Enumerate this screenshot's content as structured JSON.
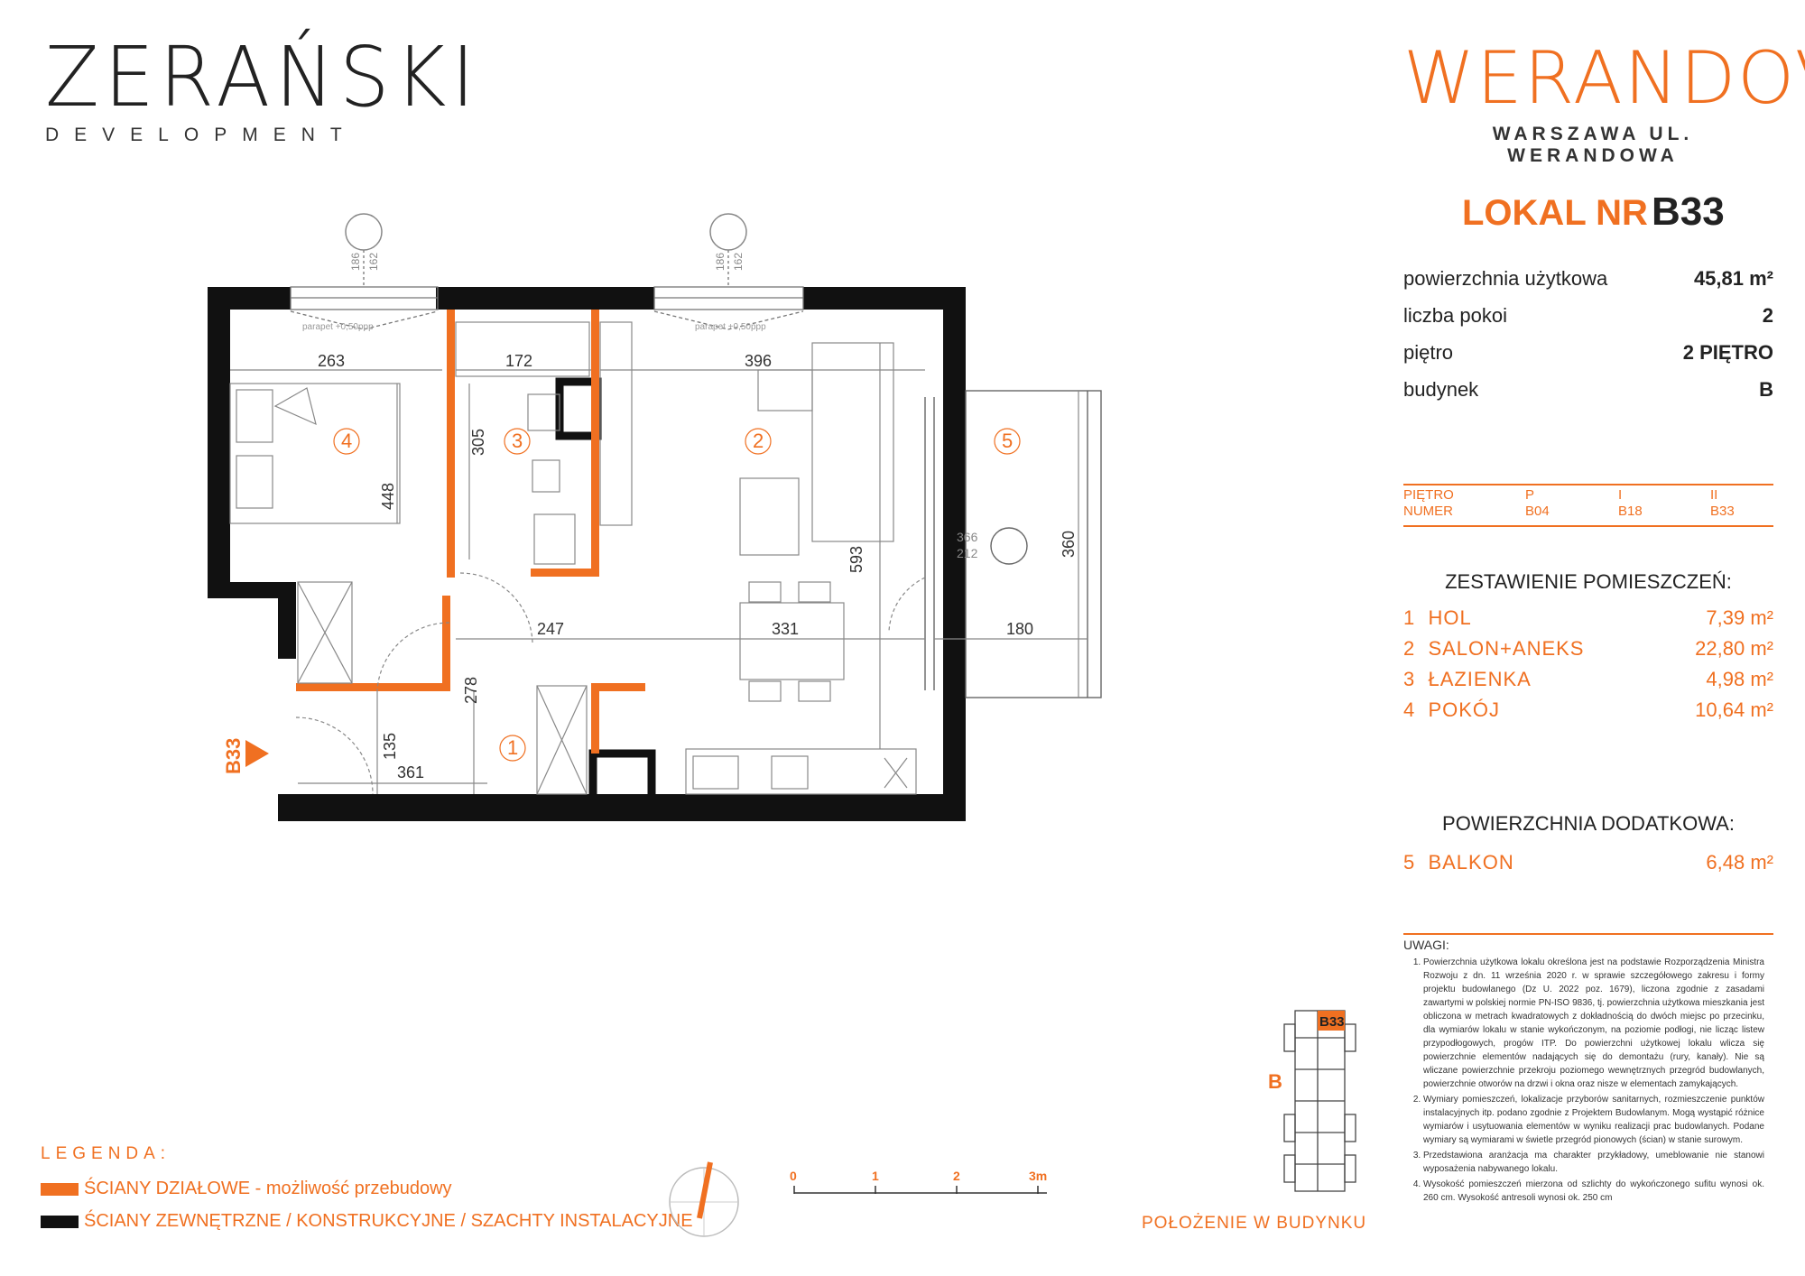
{
  "developer": {
    "name": "ZERAŃSKI",
    "tagline": "DEVELOPMENT"
  },
  "project": {
    "name": "WERANDOVA",
    "location": "WARSZAWA UL. WERANDOWA"
  },
  "unit": {
    "label": "LOKAL NR",
    "number": "B33",
    "entrance_tag": "B33"
  },
  "info": [
    {
      "label": "powierzchnia użytkowa",
      "value": "45,81 m²"
    },
    {
      "label": "liczba pokoi",
      "value": "2"
    },
    {
      "label": "piętro",
      "value": "2 PIĘTRO"
    },
    {
      "label": "budynek",
      "value": "B"
    }
  ],
  "floor_table": {
    "row_labels": [
      "PIĘTRO",
      "NUMER"
    ],
    "columns": [
      {
        "floor": "P",
        "number": "B04"
      },
      {
        "floor": "I",
        "number": "B18"
      },
      {
        "floor": "II",
        "number": "B33"
      }
    ]
  },
  "rooms_title": "ZESTAWIENIE POMIESZCZEŃ:",
  "rooms": [
    {
      "label": "1  HOL",
      "area": "7,39 m²"
    },
    {
      "label": "2  SALON+ANEKS",
      "area": "22,80 m²"
    },
    {
      "label": "3  ŁAZIENKA",
      "area": "4,98 m²"
    },
    {
      "label": "4  POKÓJ",
      "area": "10,64 m²"
    }
  ],
  "extra_title": "POWIERZCHNIA DODATKOWA:",
  "extra": [
    {
      "label": "5  BALKON",
      "area": "6,48 m²"
    }
  ],
  "notes": {
    "title": "UWAGI:",
    "items": [
      "Powierzchnia użytkowa lokalu określona jest na podstawie Rozporządzenia Ministra Rozwoju z dn. 11 września 2020 r. w sprawie szczegółowego zakresu i formy projektu budowlanego (Dz U. 2022 poz. 1679), liczona zgodnie z zasadami zawartymi w polskiej normie PN-ISO 9836, tj. powierzchnia użytkowa mieszkania jest obliczona w metrach kwadratowych z dokładnością do dwóch miejsc po przecinku, dla wymiarów lokalu w stanie wykończonym, na poziomie podłogi, nie licząc listew przypodłogowych, progów ITP. Do powierzchni użytkowej lokalu wlicza się powierzchnie elementów nadających się do demontażu (rury, kanały). Nie są wliczane powierzchnie przekroju poziomego wewnętrznych przegród budowlanych, powierzchnie otworów na drzwi i okna oraz nisze w elementach zamykających.",
      "Wymiary pomieszczeń, lokalizacje przyborów sanitarnych, rozmieszczenie punktów instalacyjnych itp. podano zgodnie z Projektem Budowlanym. Mogą wystąpić różnice wymiarów i usytuowania elementów w wyniku realizacji prac budowlanych. Podane wymiary są wymiarami w świetle przegród pionowych (ścian) w stanie surowym.",
      "Przedstawiona aranżacja ma charakter przykładowy, umeblowanie nie stanowi wyposażenia nabywanego lokalu.",
      "Wysokość pomieszczeń mierzona od szlichty do wykończonego sufitu wynosi ok. 260 cm. Wysokość antresoli wynosi ok. 250 cm"
    ]
  },
  "legend": {
    "title": "LEGENDA:",
    "items": [
      {
        "text": "ŚCIANY DZIAŁOWE - możliwość przebudowy",
        "color": "#f07021"
      },
      {
        "text": "ŚCIANY ZEWNĘTRZNE / KONSTRUKCYJNE / SZACHTY INSTALACYJNE",
        "color": "#111111"
      }
    ]
  },
  "scale": {
    "ticks": [
      "0",
      "1",
      "2",
      "3m"
    ]
  },
  "position_label": "POŁOŻENIE W BUDYNKU",
  "key_plan": {
    "building": "B",
    "unit": "B33"
  },
  "plan": {
    "room_numbers": [
      "4",
      "3",
      "2",
      "5",
      "1"
    ],
    "dims": [
      "263",
      "172",
      "396",
      "305",
      "448",
      "593",
      "360",
      "366",
      "212",
      "247",
      "331",
      "180",
      "278",
      "135",
      "361",
      "186",
      "162",
      "186",
      "162"
    ],
    "window_notes": [
      "parapet +0,50ppp",
      "parapet +0,50ppp"
    ]
  },
  "colors": {
    "accent": "#f07021",
    "wall": "#111111"
  }
}
